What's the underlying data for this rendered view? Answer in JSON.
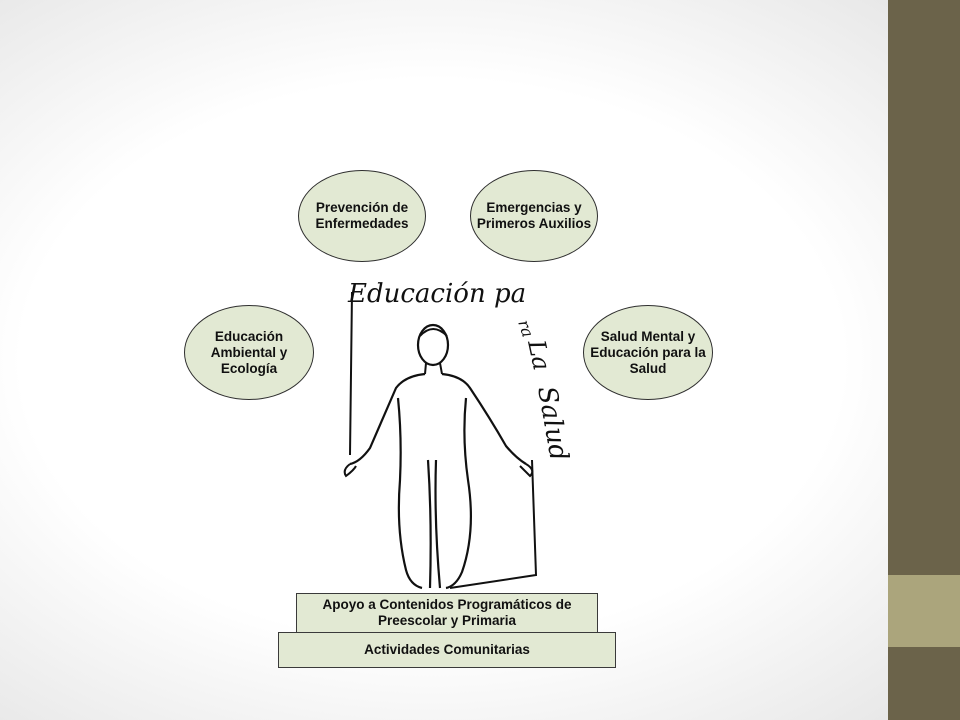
{
  "diagram": {
    "title": "Educación para La Salud",
    "title_parts": {
      "main": "Educación pa",
      "side_1": "ra",
      "side_2": "La",
      "side_3": "Salud"
    },
    "topics": [
      {
        "label": "Prevención de\nEnfermedades"
      },
      {
        "label": "Emergencias y\nPrimeros Auxilios"
      },
      {
        "label": "Educación\nAmbiental y\nEcología"
      },
      {
        "label": "Salud Mental y\nEducación para la\nSalud"
      }
    ],
    "pedestal": {
      "upper": "Apoyo a Contenidos Programáticos de\nPreescolar y Primaria",
      "lower": "Actividades Comunitarias"
    },
    "colors": {
      "bubble_fill": "#e2e9d3",
      "sidebar": "#6b634a",
      "sidebar_accent": "#aba57c"
    }
  }
}
